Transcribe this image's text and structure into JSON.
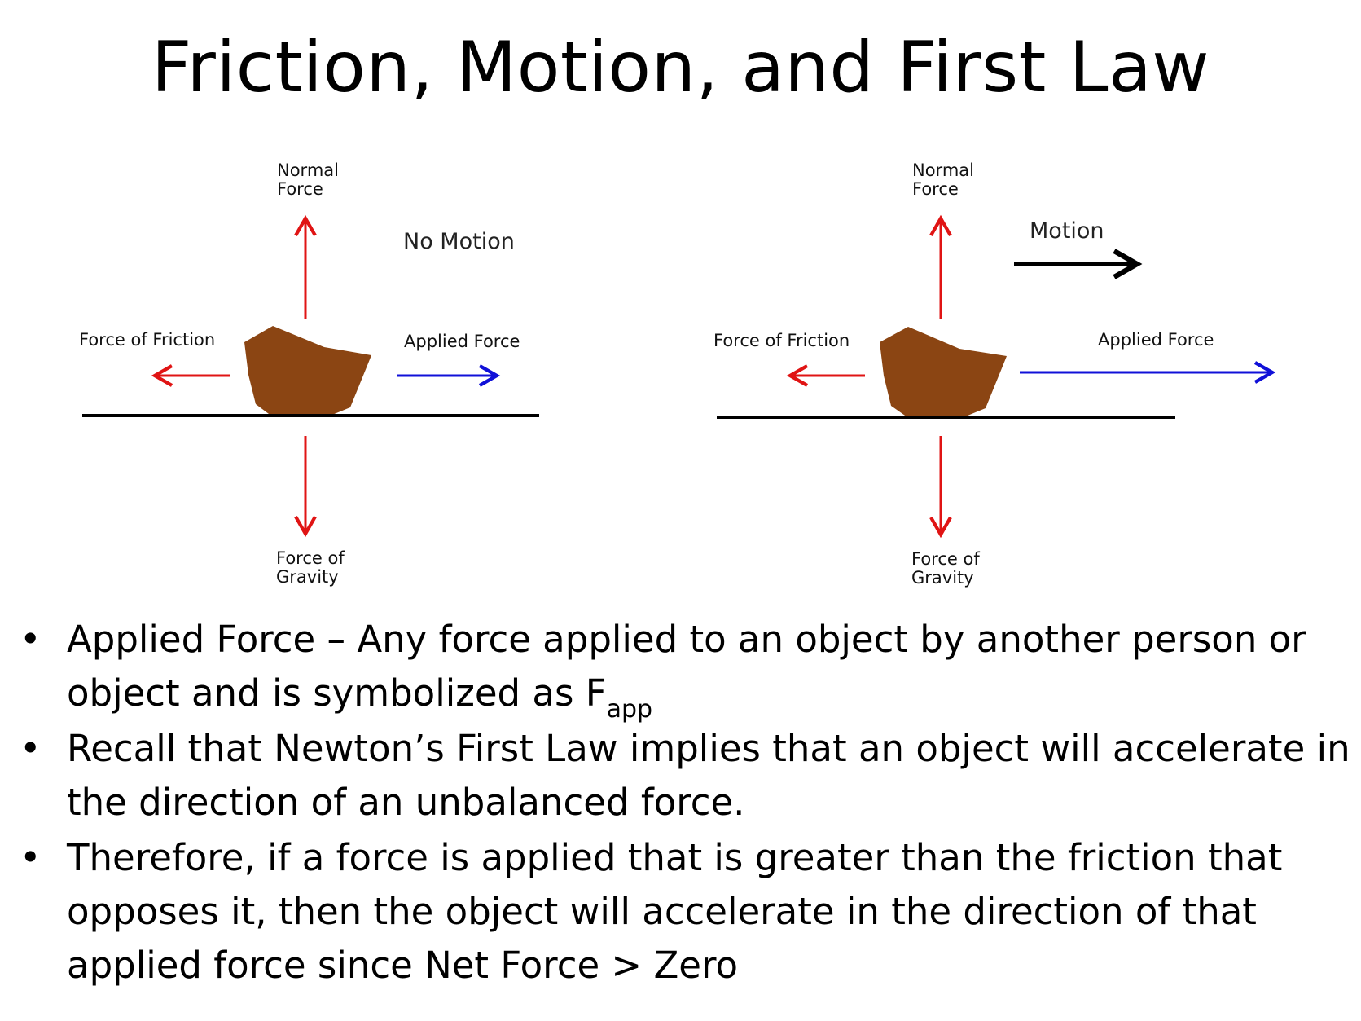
{
  "title": "Friction, Motion, and First Law",
  "diagrams": [
    {
      "normal_label": "Normal\nForce",
      "friction_label": "Force of Friction",
      "applied_label": "Applied Force",
      "gravity_label": "Force of\nGravity",
      "motion_label": "No Motion"
    },
    {
      "normal_label": "Normal\nForce",
      "friction_label": "Force of Friction",
      "applied_label": "Applied Force",
      "gravity_label": "Force of\nGravity",
      "motion_label": "Motion"
    }
  ],
  "colors": {
    "red_arrow": "#e01414",
    "blue_arrow": "#1010d8",
    "rock": "#8b4513",
    "ground": "#000000"
  },
  "bullets": [
    {
      "text": "Applied Force – Any force applied to an object by another person or object and is symbolized as F",
      "subscript": "app"
    },
    {
      "text": "Recall that Newton’s First Law implies that an object will accelerate in the direction of an unbalanced force."
    },
    {
      "text": "Therefore, if a force is applied that is greater than the friction that opposes it, then the object will accelerate in the direction of that applied force since Net Force > Zero"
    }
  ],
  "bullet_symbol": "•"
}
